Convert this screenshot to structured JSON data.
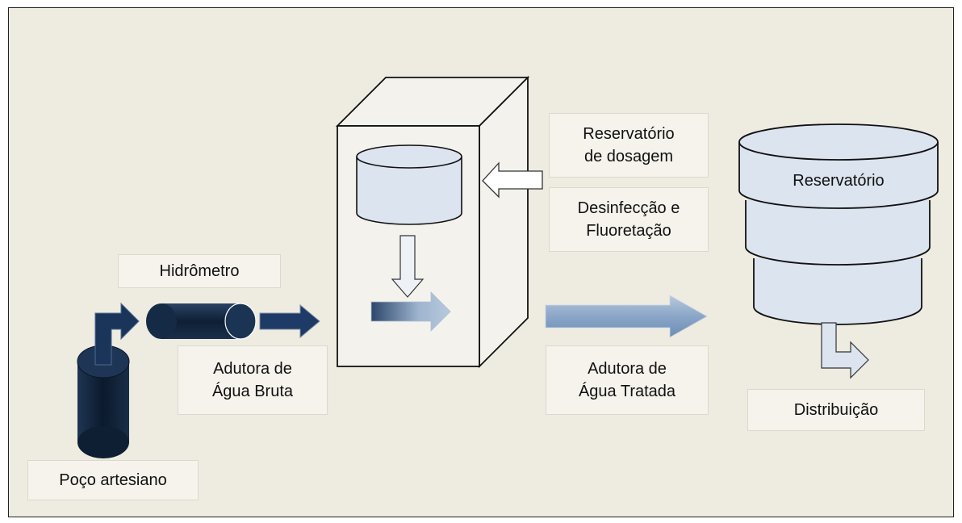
{
  "labels": {
    "hydrometer": "Hidrômetro",
    "raw_water_main": "Adutora de\nÁgua Bruta",
    "artesian_well": "Poço artesiano",
    "dosing_reservoir": "Reservatório\nde dosagem",
    "disinfection": "Desinfecção e\nFluoretação",
    "treated_water_main": "Adutora de\nÁgua Tratada",
    "reservoir": "Reservatório",
    "distribution": "Distribuição"
  },
  "colors": {
    "background": "#eeebe1",
    "dark_navy": "#0f2238",
    "arrow_navy": "#1e3a66",
    "light_blue": "#dbe4ef",
    "light_blue_arrow": "#8aa6c8"
  }
}
